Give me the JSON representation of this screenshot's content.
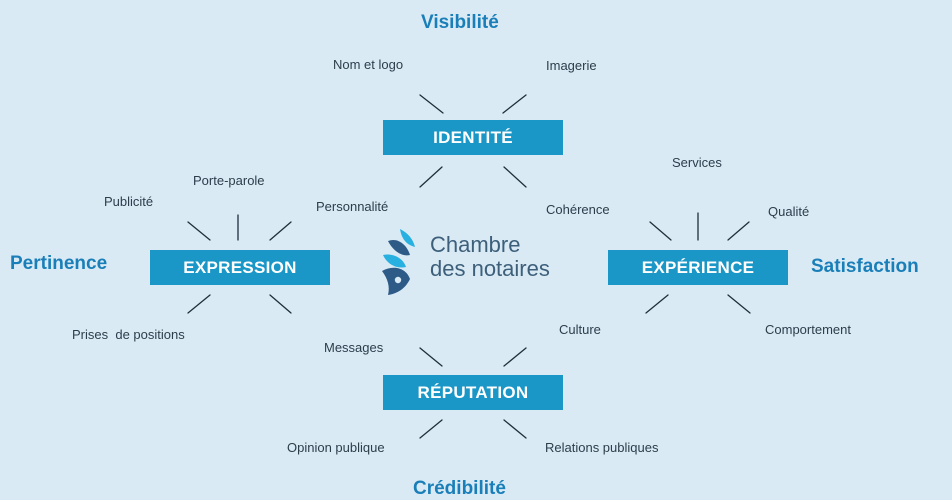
{
  "pillars": {
    "identite": "IDENTITÉ",
    "expression": "EXPRESSION",
    "experience": "EXPÉRIENCE",
    "reputation": "RÉPUTATION"
  },
  "outcomes": {
    "visibilite": "Visibilité",
    "pertinence": "Pertinence",
    "satisfaction": "Satisfaction",
    "credibilite": "Crédibilité"
  },
  "labels": {
    "nom_et_logo": "Nom et logo",
    "imagerie": "Imagerie",
    "personnalite": "Personnalité",
    "coherence": "Cohérence",
    "publicite": "Publicité",
    "porte_parole": "Porte-parole",
    "prises_de_positions": "Prises  de positions",
    "services": "Services",
    "qualite": "Qualité",
    "culture": "Culture",
    "comportement": "Comportement",
    "messages": "Messages",
    "opinion_publique": "Opinion publique",
    "relations_publiques": "Relations publiques"
  },
  "logo": {
    "line1": "Chambre",
    "line2": "des notaires",
    "colors": {
      "icon_dark": "#2d5a86",
      "icon_light": "#27b0e0"
    }
  },
  "colors": {
    "background": "#d9eaf5",
    "box": "#1b97c7",
    "outcome_text": "#1a7fb8",
    "label_text": "#2c3e4a"
  }
}
